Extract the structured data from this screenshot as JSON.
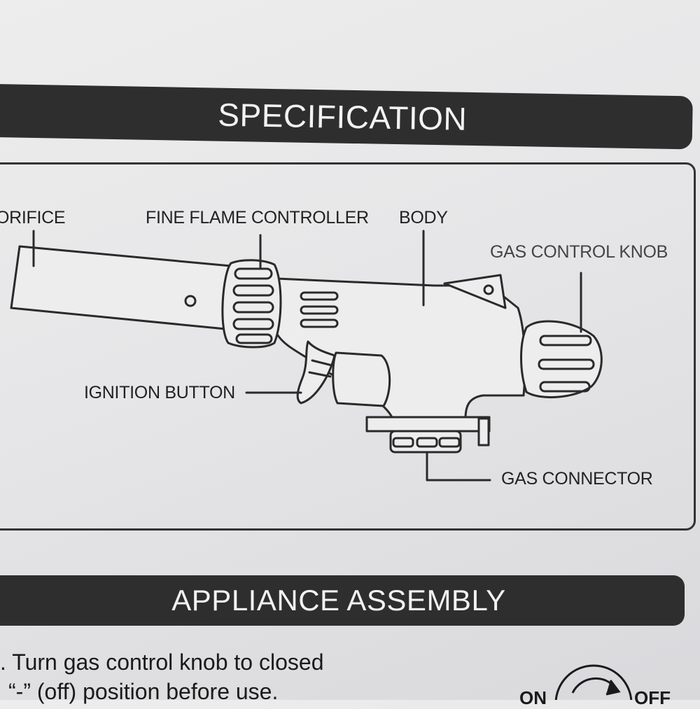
{
  "specification": {
    "title": "SPECIFICATION",
    "labels": {
      "orifice": "ORIFICE",
      "fine_flame_controller": "FINE FLAME CONTROLLER",
      "body": "BODY",
      "gas_control_knob": "GAS CONTROL KNOB",
      "ignition_button": "IGNITION BUTTON",
      "gas_connector": "GAS CONNECTOR"
    }
  },
  "assembly": {
    "title": "APPLIANCE ASSEMBLY",
    "step_1_line_1": ". Turn gas control knob to closed",
    "step_1_line_2": "“-” (off) position before use."
  },
  "dial": {
    "on_label": "ON",
    "off_label": "OFF"
  }
}
